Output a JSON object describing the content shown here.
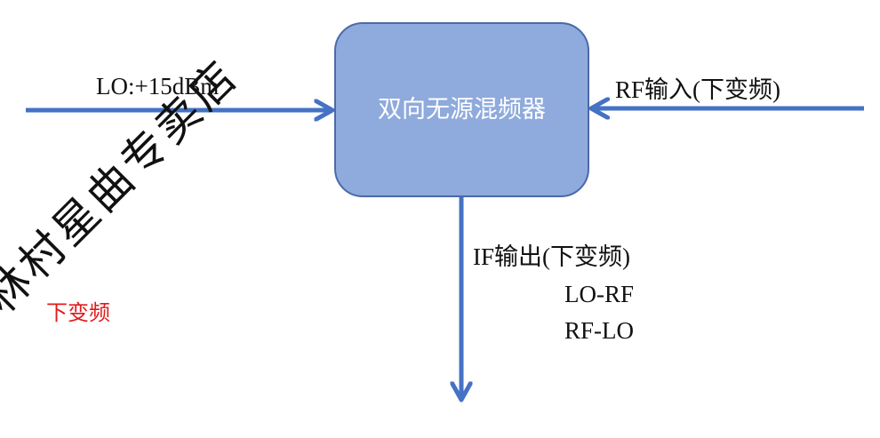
{
  "diagram": {
    "mixer": {
      "title": "双向无源混频器",
      "fill_color": "#8faadc",
      "border_color": "#4a6aa8"
    },
    "ports": {
      "lo_input": {
        "label": "LO:+15dBm",
        "direction": "in"
      },
      "rf_input": {
        "label": "RF输入(下变频)",
        "direction": "in"
      },
      "if_output": {
        "label": "IF输出(下变频)",
        "sub_labels": [
          "LO-RF",
          "RF-LO"
        ],
        "direction": "out"
      }
    },
    "arrow_color": "#4472c4",
    "mode_label": {
      "text": "下变频",
      "color": "#e11b1b"
    },
    "watermark": "山头林村星曲专卖店"
  }
}
